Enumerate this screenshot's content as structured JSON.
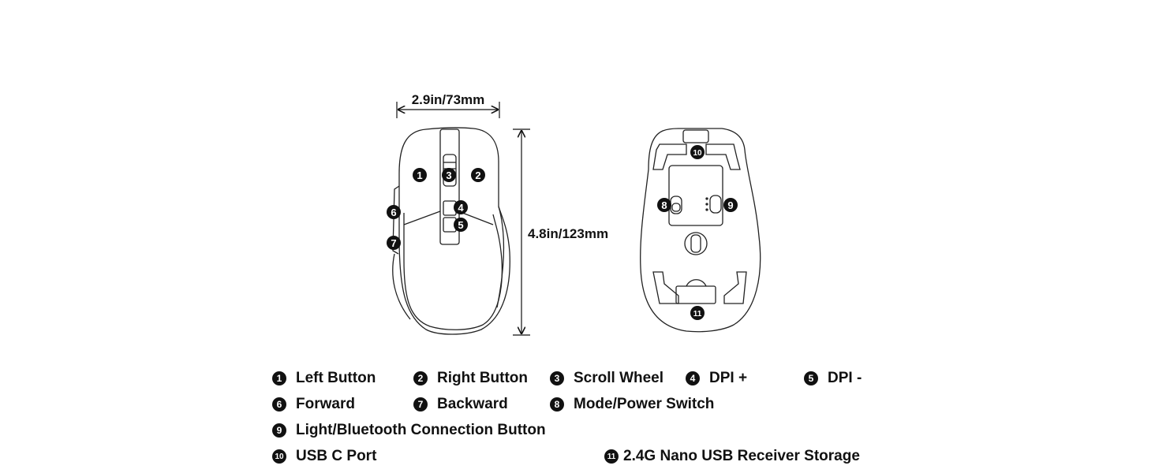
{
  "dimensions": {
    "width": "2.9in/73mm",
    "height": "4.8in/123mm"
  },
  "callouts": {
    "n1": "1",
    "n2": "2",
    "n3": "3",
    "n4": "4",
    "n5": "5",
    "n6": "6",
    "n7": "7",
    "n8": "8",
    "n9": "9",
    "n10": "10",
    "n11": "11"
  },
  "legend": {
    "items": [
      {
        "num": "1",
        "label": "Left Button"
      },
      {
        "num": "2",
        "label": "Right Button"
      },
      {
        "num": "3",
        "label": "Scroll Wheel"
      },
      {
        "num": "4",
        "label": "DPI +"
      },
      {
        "num": "5",
        "label": "DPI -"
      },
      {
        "num": "6",
        "label": "Forward"
      },
      {
        "num": "7",
        "label": "Backward"
      },
      {
        "num": "8",
        "label": "Mode/Power Switch"
      },
      {
        "num": "9",
        "label": "Light/Bluetooth Connection Button"
      },
      {
        "num": "10",
        "label": "USB C Port"
      },
      {
        "num": "11",
        "label": "2.4G Nano USB Receiver Storage"
      }
    ]
  }
}
